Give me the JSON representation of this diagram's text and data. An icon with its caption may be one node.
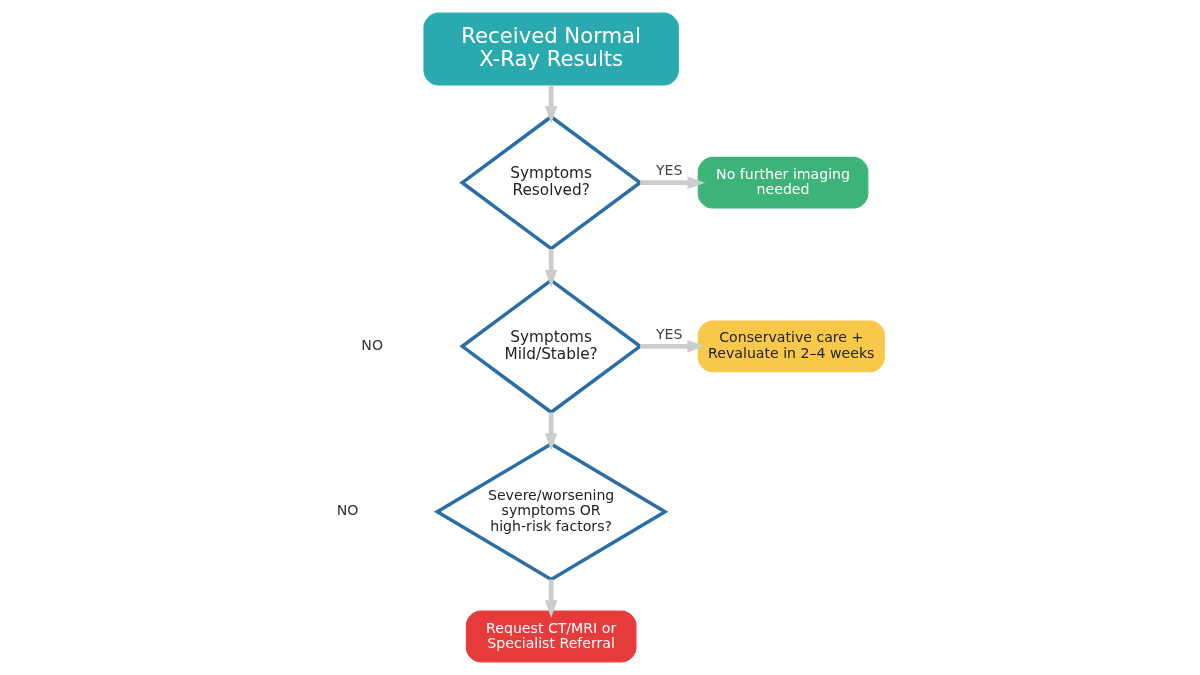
{
  "diagram": {
    "nodes": [
      {
        "text": [
          "Received Normal X-Ray Results"
        ]
      },
      {
        "text": [
          "Symptoms Resolved?"
        ]
      },
      {
        "text": [
          "No further imaging needed"
        ]
      },
      {
        "text": [
          "Symptoms Mild/Stable?"
        ]
      },
      {
        "text": [
          "Conservative care + Revaluate in 2–4 weeks"
        ]
      },
      {
        "text": [
          "Severe/worsening symptoms OR high-risk factors?"
        ]
      },
      {
        "text": [
          "Request CT/MRI or Specialist Referral"
        ]
      }
    ],
    "edges": [
      {
        "from": 0,
        "to": 1,
        "arrow": "to"
      },
      {
        "from": 1,
        "to": 2,
        "arrow": "to",
        "label": "YES"
      },
      {
        "from": 1,
        "to": 3,
        "arrow": "to"
      },
      {
        "from": 3,
        "to": 4,
        "arrow": "to",
        "label": "YES"
      },
      {
        "from": 3,
        "to": 5,
        "arrow": "to"
      },
      {
        "from": 5,
        "to": 6,
        "arrow": "to"
      }
    ],
    "labels": [
      "NO",
      "NO"
    ]
  }
}
